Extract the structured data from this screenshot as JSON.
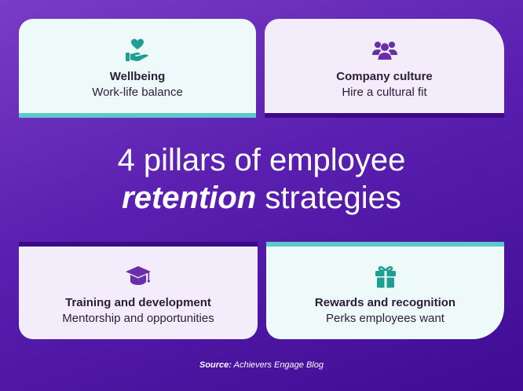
{
  "colors": {
    "teal": "#1f9e93",
    "purple": "#6a2ea8",
    "dark_purple": "#3d0a86",
    "accent_teal": "#5cc8c8"
  },
  "cards": [
    {
      "icon": "heart-hand-icon",
      "title": "Wellbeing",
      "subtitle": "Work-life balance"
    },
    {
      "icon": "people-group-icon",
      "title": "Company culture",
      "subtitle": "Hire a cultural fit"
    },
    {
      "icon": "graduation-cap-icon",
      "title": "Training and development",
      "subtitle": "Mentorship and opportunities"
    },
    {
      "icon": "gift-icon",
      "title": "Rewards and recognition",
      "subtitle": "Perks employees want"
    }
  ],
  "headline": {
    "line1": "4 pillars of employee",
    "emphasis": "retention",
    "line2_rest": "strategies"
  },
  "source": {
    "label": "Source:",
    "text": "Achievers Engage Blog"
  }
}
